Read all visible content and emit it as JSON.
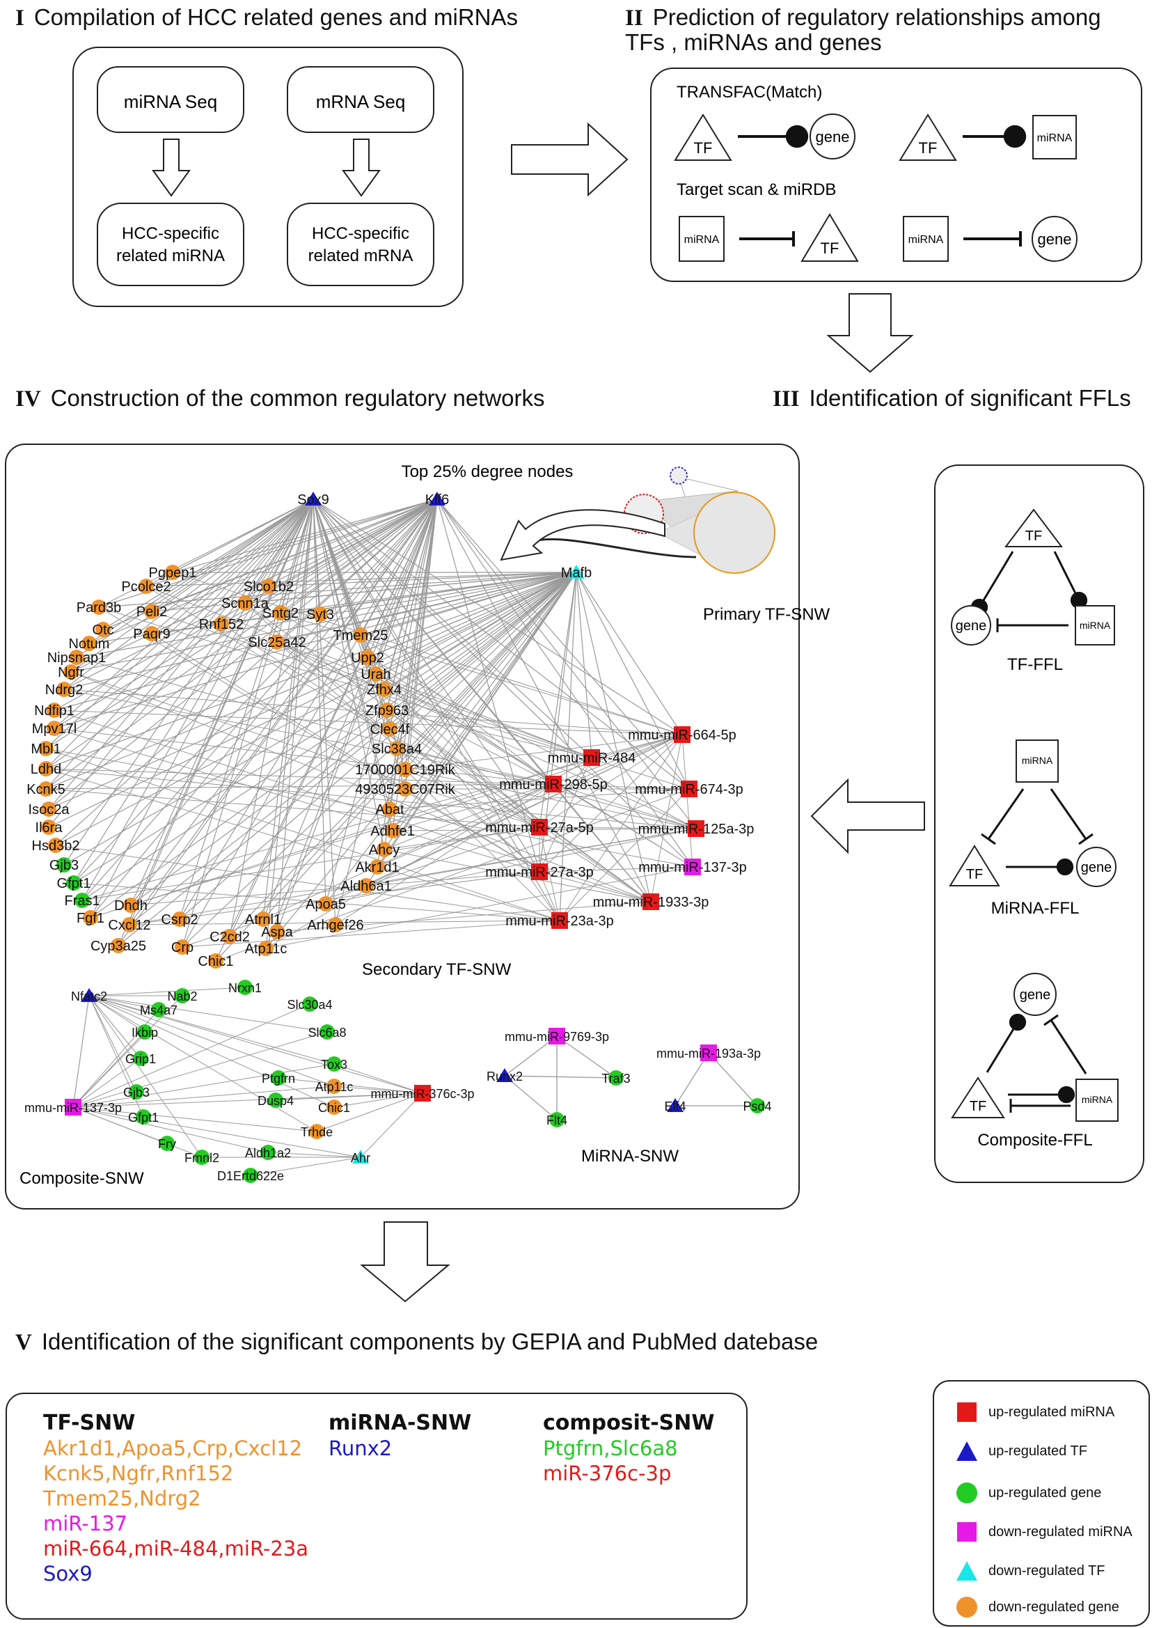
{
  "sections": {
    "s1": {
      "num": "I",
      "title": "Compilation of HCC related genes and miRNAs"
    },
    "s2": {
      "num": "II",
      "title_line1": "Prediction of regulatory relationships among",
      "title_line2": "TFs , miRNAs and genes"
    },
    "s3": {
      "num": "III",
      "title": "Identification of significant FFLs"
    },
    "s4": {
      "num": "IV",
      "title": "Construction of the common regulatory networks"
    },
    "s5": {
      "num": "V",
      "title": "Identification of the significant components by GEPIA and PubMed datebase"
    }
  },
  "panel1": {
    "mirna_seq": "miRNA Seq",
    "mrna_seq": "mRNA Seq",
    "hcc_mirna_1": "HCC-specific",
    "hcc_mirna_2": "related miRNA",
    "hcc_mrna_1": "HCC-specific",
    "hcc_mrna_2": "related mRNA"
  },
  "panel2": {
    "transfac": "TRANSFAC(Match)",
    "targetscan": "Target scan & miRDB",
    "tf": "TF",
    "gene": "gene",
    "mirna": "miRNA"
  },
  "panel3": {
    "tf": "TF",
    "gene": "gene",
    "mirna": "miRNA",
    "tf_ffl": "TF-FFL",
    "mirna_ffl": "MiRNA-FFL",
    "composite_ffl": "Composite-FFL"
  },
  "network": {
    "top25": "Top 25% degree nodes",
    "primary": "Primary TF-SNW",
    "secondary": "Secondary TF-SNW",
    "composite": "Composite-SNW",
    "mirna_snw": "MiRNA-SNW",
    "nodes": [
      {
        "id": "Sox9",
        "t": "utf"
      },
      {
        "id": "Klf6",
        "t": "utf"
      },
      {
        "id": "Mafb",
        "t": "dtf"
      },
      {
        "id": "Pgpep1",
        "t": "dg"
      },
      {
        "id": "Pcolce2",
        "t": "dg"
      },
      {
        "id": "Slco1b2",
        "t": "dg"
      },
      {
        "id": "Scnn1a",
        "t": "dg"
      },
      {
        "id": "Pard3b",
        "t": "dg"
      },
      {
        "id": "Peli2",
        "t": "dg"
      },
      {
        "id": "Sntg2",
        "t": "dg"
      },
      {
        "id": "Syt3",
        "t": "dg"
      },
      {
        "id": "Otc",
        "t": "dg"
      },
      {
        "id": "Rnf152",
        "t": "dg"
      },
      {
        "id": "Paqr9",
        "t": "dg"
      },
      {
        "id": "Tmem25",
        "t": "dg"
      },
      {
        "id": "Notum",
        "t": "dg"
      },
      {
        "id": "Slc25a42",
        "t": "dg"
      },
      {
        "id": "Nipsnap1",
        "t": "dg"
      },
      {
        "id": "Upp2",
        "t": "dg"
      },
      {
        "id": "Ngfr",
        "t": "dg"
      },
      {
        "id": "Urah",
        "t": "dg"
      },
      {
        "id": "Ndrg2",
        "t": "dg"
      },
      {
        "id": "Zfhx4",
        "t": "dg"
      },
      {
        "id": "Ndfip1",
        "t": "dg"
      },
      {
        "id": "Zfp963",
        "t": "dg"
      },
      {
        "id": "Mpv17l",
        "t": "dg"
      },
      {
        "id": "Clec4f",
        "t": "dg"
      },
      {
        "id": "Mbl1",
        "t": "dg"
      },
      {
        "id": "Slc38a4",
        "t": "dg"
      },
      {
        "id": "Ldhd",
        "t": "dg"
      },
      {
        "id": "1700001C19Rik",
        "t": "dg"
      },
      {
        "id": "Kcnk5",
        "t": "dg"
      },
      {
        "id": "4930523C07Rik",
        "t": "dg"
      },
      {
        "id": "Isoc2a",
        "t": "dg"
      },
      {
        "id": "Abat",
        "t": "dg"
      },
      {
        "id": "Il6ra",
        "t": "dg"
      },
      {
        "id": "Adhfe1",
        "t": "dg"
      },
      {
        "id": "Hsd3b2",
        "t": "dg"
      },
      {
        "id": "Ahcy",
        "t": "dg"
      },
      {
        "id": "Gjb3",
        "t": "ug"
      },
      {
        "id": "Akr1d1",
        "t": "dg"
      },
      {
        "id": "Gfpt1",
        "t": "ug"
      },
      {
        "id": "Aldh6a1",
        "t": "dg"
      },
      {
        "id": "Fras1",
        "t": "ug"
      },
      {
        "id": "Dhdh",
        "t": "dg"
      },
      {
        "id": "Fgf1",
        "t": "dg"
      },
      {
        "id": "Apoa5",
        "t": "dg"
      },
      {
        "id": "Cxcl12",
        "t": "dg"
      },
      {
        "id": "Csrp2",
        "t": "dg"
      },
      {
        "id": "Atrnl1",
        "t": "dg"
      },
      {
        "id": "Arhgef26",
        "t": "dg"
      },
      {
        "id": "C2cd2",
        "t": "dg"
      },
      {
        "id": "Aspa",
        "t": "dg"
      },
      {
        "id": "Cyp3a25",
        "t": "dg"
      },
      {
        "id": "Crp",
        "t": "dg"
      },
      {
        "id": "Atp11c",
        "t": "dg"
      },
      {
        "id": "Chic1",
        "t": "dg"
      },
      {
        "id": "mmu-miR-664-5p",
        "t": "um"
      },
      {
        "id": "mmu-miR-484",
        "t": "um"
      },
      {
        "id": "mmu-miR-298-5p",
        "t": "um"
      },
      {
        "id": "mmu-miR-674-3p",
        "t": "um"
      },
      {
        "id": "mmu-miR-27a-5p",
        "t": "um"
      },
      {
        "id": "mmu-miR-125a-3p",
        "t": "um"
      },
      {
        "id": "mmu-miR-137-3p",
        "t": "dm"
      },
      {
        "id": "mmu-miR-27a-3p",
        "t": "um"
      },
      {
        "id": "mmu-miR-1933-3p",
        "t": "um"
      },
      {
        "id": "mmu-miR-23a-3p",
        "t": "um"
      }
    ],
    "composite_nodes": [
      {
        "id": "Nfatc2",
        "t": "utf"
      },
      {
        "id": "Nab2",
        "t": "ug"
      },
      {
        "id": "Nrxn1",
        "t": "ug"
      },
      {
        "id": "Ms4a7",
        "t": "ug"
      },
      {
        "id": "Slc30a4",
        "t": "ug"
      },
      {
        "id": "Slc6a8",
        "t": "ug"
      },
      {
        "id": "Ikbip",
        "t": "ug"
      },
      {
        "id": "Tox3",
        "t": "ug"
      },
      {
        "id": "Grip1",
        "t": "ug"
      },
      {
        "id": "Ptgfrn",
        "t": "ug"
      },
      {
        "id": "Atp11c",
        "t": "dg"
      },
      {
        "id": "Gjb3",
        "t": "ug"
      },
      {
        "id": "Dusp4",
        "t": "ug"
      },
      {
        "id": "Chic1",
        "t": "dg"
      },
      {
        "id": "mmu-miR-376c-3p",
        "t": "um"
      },
      {
        "id": "mmu-miR-137-3p",
        "t": "dm"
      },
      {
        "id": "Gfpt1",
        "t": "ug"
      },
      {
        "id": "Trhde",
        "t": "dg"
      },
      {
        "id": "Fry",
        "t": "ug"
      },
      {
        "id": "Fmnl2",
        "t": "ug"
      },
      {
        "id": "Aldh1a2",
        "t": "ug"
      },
      {
        "id": "Ahr",
        "t": "dtf"
      },
      {
        "id": "D1Ertd622e",
        "t": "ug"
      }
    ],
    "mirna_nodes": [
      {
        "id": "mmu-miR-9769-3p",
        "t": "dm"
      },
      {
        "id": "Runx2",
        "t": "utf"
      },
      {
        "id": "Traf3",
        "t": "ug"
      },
      {
        "id": "Flt4",
        "t": "ug"
      },
      {
        "id": "mmu-miR-193a-3p",
        "t": "dm"
      },
      {
        "id": "Elf4",
        "t": "utf"
      },
      {
        "id": "Psd4",
        "t": "ug"
      }
    ]
  },
  "results": {
    "tf_snw": {
      "title": "TF-SNW",
      "lines": [
        {
          "text": "Akr1d1,Apoa5,Crp,Cxcl12",
          "color": "#f0922b"
        },
        {
          "text": "Kcnk5,Ngfr,Rnf152",
          "color": "#f0922b"
        },
        {
          "text": "Tmem25,Ndrg2",
          "color": "#f0922b"
        },
        {
          "text": "miR-137",
          "color": "#e619e6"
        },
        {
          "text": "miR-664,miR-484,miR-23a",
          "color": "#e61919"
        },
        {
          "text": "Sox9",
          "color": "#1a1ac8"
        }
      ]
    },
    "mirna_snw": {
      "title": "miRNA-SNW",
      "lines": [
        {
          "text": "Runx2",
          "color": "#1a1ac8"
        }
      ]
    },
    "composit_snw": {
      "title": "composit-SNW",
      "lines": [
        {
          "text": "Ptgfrn,Slc6a8",
          "color": "#22cc22"
        },
        {
          "text": "miR-376c-3p",
          "color": "#e61919"
        }
      ]
    }
  },
  "legend": [
    {
      "shape": "square",
      "color": "#e61919",
      "label": "up-regulated miRNA"
    },
    {
      "shape": "triangle",
      "color": "#1a1ac8",
      "label": "up-regulated TF"
    },
    {
      "shape": "circle",
      "color": "#22cc22",
      "label": "up-regulated gene"
    },
    {
      "shape": "square",
      "color": "#e619e6",
      "label": "down-regulated miRNA"
    },
    {
      "shape": "triangle",
      "color": "#19e6e6",
      "label": "down-regulated TF"
    },
    {
      "shape": "circle",
      "color": "#f0922b",
      "label": "down-regulated gene"
    }
  ]
}
